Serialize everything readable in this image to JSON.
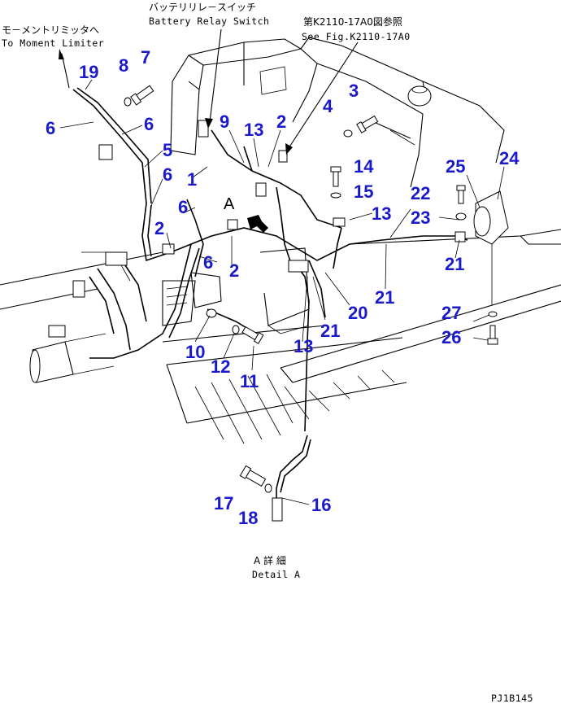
{
  "annotations": {
    "moment_limiter_jp": "モ－メントリミッタへ",
    "moment_limiter_en": "To Moment Limiter",
    "battery_relay_jp": "バッテリリレ－スイッチ",
    "battery_relay_en": "Battery Relay Switch",
    "see_fig_jp": "第K2110-17A0図参照",
    "see_fig_en": "See Fig.K2110-17A0",
    "view_marker": "A",
    "detail_jp": "A 詳 細",
    "detail_en": "Detail A",
    "drawing_code": "PJ1B145"
  },
  "part_numbers": [
    "19",
    "8",
    "7",
    "6",
    "6",
    "5",
    "6",
    "2",
    "6",
    "9",
    "13",
    "2",
    "4",
    "3",
    "1",
    "14",
    "15",
    "13",
    "22",
    "23",
    "25",
    "24",
    "21",
    "21",
    "20",
    "21",
    "27",
    "26",
    "13",
    "6",
    "2",
    "10",
    "12",
    "11",
    "17",
    "18",
    "16"
  ],
  "colors": {
    "part_number": "#1a1acc",
    "line": "#000000",
    "background": "#ffffff"
  }
}
